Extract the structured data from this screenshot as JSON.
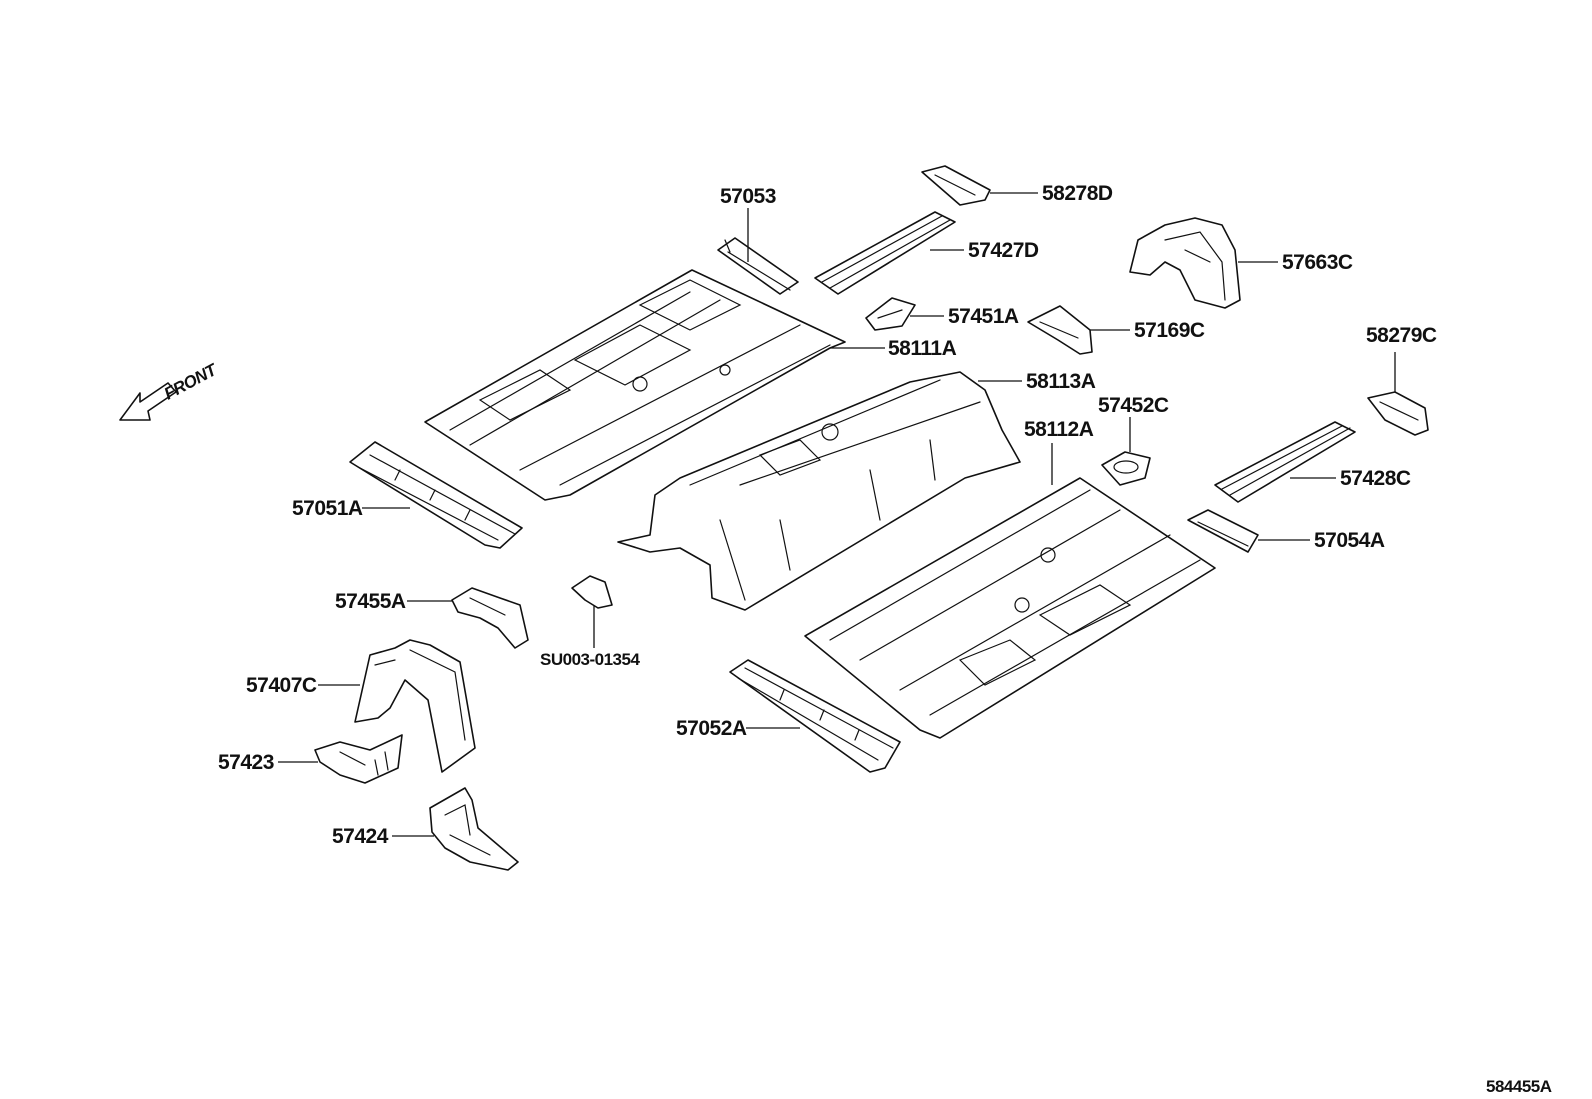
{
  "diagram": {
    "front_label": "FRONT",
    "catalog_code": "584455A",
    "parts": [
      {
        "id": "p57053",
        "label": "57053"
      },
      {
        "id": "p58278D",
        "label": "58278D"
      },
      {
        "id": "p57427D",
        "label": "57427D"
      },
      {
        "id": "p57663C",
        "label": "57663C"
      },
      {
        "id": "p57451A",
        "label": "57451A"
      },
      {
        "id": "p57169C",
        "label": "57169C"
      },
      {
        "id": "p58111A",
        "label": "58111A"
      },
      {
        "id": "p58279C",
        "label": "58279C"
      },
      {
        "id": "p58113A",
        "label": "58113A"
      },
      {
        "id": "p57452C",
        "label": "57452C"
      },
      {
        "id": "p58112A",
        "label": "58112A"
      },
      {
        "id": "p57428C",
        "label": "57428C"
      },
      {
        "id": "p57051A",
        "label": "57051A"
      },
      {
        "id": "p57054A",
        "label": "57054A"
      },
      {
        "id": "p57455A",
        "label": "57455A"
      },
      {
        "id": "pSU003",
        "label": "SU003-01354"
      },
      {
        "id": "p57407C",
        "label": "57407C"
      },
      {
        "id": "p57052A",
        "label": "57052A"
      },
      {
        "id": "p57423",
        "label": "57423"
      },
      {
        "id": "p57424",
        "label": "57424"
      }
    ]
  }
}
